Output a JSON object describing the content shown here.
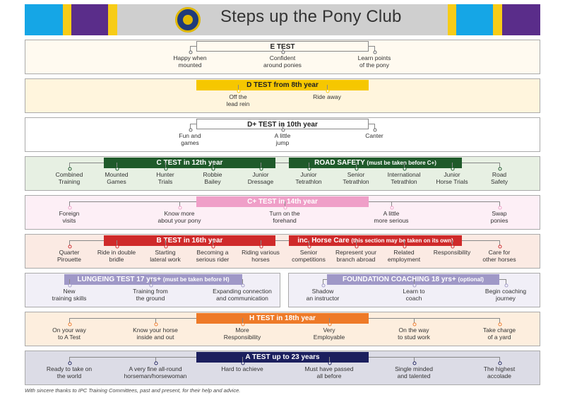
{
  "header": {
    "title": "Steps up the Pony Club",
    "colors": {
      "blue": "#15a6e6",
      "purple": "#5a2d8a",
      "yellow": "#f7cc17",
      "grey": "#cfcfcf"
    }
  },
  "footer": "With sincere thanks  to IPC Training Committees, past and present, for their help and advice.",
  "sections": [
    {
      "id": "e",
      "bg": "#fffaf0",
      "barcolor": "#fffaf0",
      "bartext": "#222",
      "bars": [
        {
          "label": "E TEST"
        }
      ],
      "items": [
        "Happy when\nmounted",
        "Confident\naround ponies",
        "Learn points\nof the pony"
      ]
    },
    {
      "id": "d",
      "bg": "#fff5dd",
      "barcolor": "#f6c700",
      "bartext": "#222",
      "bars": [
        {
          "label": "D TEST from 8th year"
        }
      ],
      "items": [
        "Off the\nlead rein",
        "Ride away"
      ]
    },
    {
      "id": "dplus",
      "bg": "#ffffff",
      "barcolor": "#ffffff",
      "bartext": "#222",
      "bars": [
        {
          "label": "D+ TEST in 10th year"
        }
      ],
      "items": [
        "Fun and\ngames",
        "A little\njump",
        "Canter"
      ]
    },
    {
      "id": "c",
      "bg": "#e7f0e3",
      "barcolor": "#1f5a2a",
      "bartext": "#fff",
      "bars": [
        {
          "label": "C TEST in 12th year"
        },
        {
          "label": "ROAD SAFETY",
          "note": "(must be taken before C+)"
        }
      ],
      "items": [
        "Combined\nTraining",
        "Mounted\nGames",
        "Hunter\nTrials",
        "Robbie\nBailey",
        "Junior\nDressage",
        "Junior\nTetrathlon",
        "Senior\nTetrathlon",
        "International\nTetrathlon",
        "Junior\nHorse Trials",
        "Road\nSafety"
      ]
    },
    {
      "id": "cplus",
      "bg": "#fdeff6",
      "barcolor": "#ef9fc8",
      "bartext": "#fff",
      "bars": [
        {
          "label": "C+ TEST in 14th year"
        }
      ],
      "items": [
        "Foreign\nvisits",
        "Know more\nabout your pony",
        "Turn on the\nforehand",
        "A little\nmore serious",
        "Swap\nponies"
      ]
    },
    {
      "id": "b",
      "bg": "#fbeae3",
      "barcolor": "#cf2a2a",
      "bartext": "#fff",
      "bars": [
        {
          "label": "B TEST in 16th year"
        },
        {
          "label": "inc. Horse Care",
          "note": "(this section may be taken on its own)"
        }
      ],
      "items": [
        "Quarter\nPirouette",
        "Ride in double\nbridle",
        "Starting\nlateral work",
        "Becoming a\nserious rider",
        "Riding various\nhorses",
        "Senior\ncompetitions",
        "Represent your\nbranch abroad",
        "Related\nemployment",
        "Responsibility",
        "Care for\nother horses"
      ]
    },
    {
      "id": "lunge",
      "bg": "#f1eff7",
      "barcolor": "#9f98c7",
      "bartext": "#fff",
      "bars": [
        {
          "label": "LUNGEING TEST 17 yrs+",
          "note": "(must be taken before H)"
        }
      ],
      "items": [
        "New\ntraining skills",
        "Training from\nthe ground",
        "Expanding connection\nand communication"
      ]
    },
    {
      "id": "coach",
      "bg": "#f1eff7",
      "barcolor": "#9f98c7",
      "bartext": "#fff",
      "bars": [
        {
          "label": "FOUNDATION COACHING 18 yrs+",
          "note": "(optional)"
        }
      ],
      "items": [
        "Shadow\nan instructor",
        "Learn to\ncoach",
        "Begin coaching\njourney"
      ]
    },
    {
      "id": "h",
      "bg": "#fdeede",
      "barcolor": "#ee7a28",
      "bartext": "#fff",
      "bars": [
        {
          "label": "H TEST in 18th year"
        }
      ],
      "items": [
        "On your way\nto A Test",
        "Know your horse\ninside and out",
        "More\nResponsibility",
        "Very\nEmployable",
        "On the way\nto stud work",
        "Take charge\nof a yard"
      ]
    },
    {
      "id": "a",
      "bg": "#dcdce6",
      "barcolor": "#1b1f5e",
      "bartext": "#fff",
      "bars": [
        {
          "label": "A TEST up to 23 years"
        }
      ],
      "items": [
        "Ready to take on\nthe world",
        "A very fine all-round\nhorseman/horsewoman",
        "Hard to achieve",
        "Must have passed\nall before",
        "Single minded\nand talented",
        "The highest\naccolade"
      ]
    }
  ]
}
